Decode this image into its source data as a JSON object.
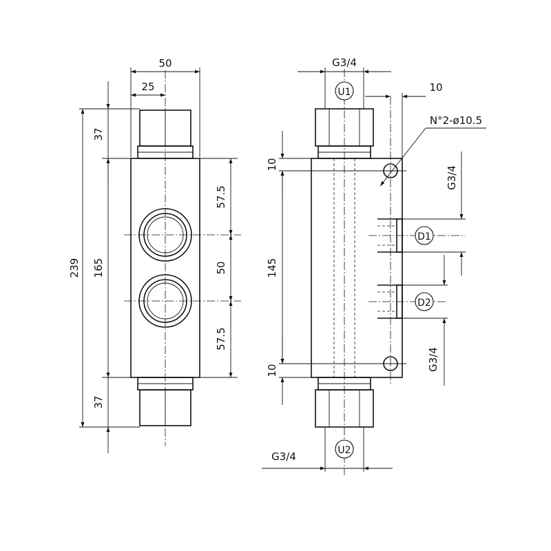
{
  "front_view": {
    "dims": {
      "width_total": "50",
      "width_half": "25",
      "height_total": "239",
      "body_height": "165",
      "top_fitting": "37",
      "bottom_fitting": "37",
      "upper_port": "57.5",
      "port_spacing": "50",
      "lower_port": "57.5"
    }
  },
  "side_view": {
    "dims": {
      "top_port_thread": "G3/4",
      "bottom_port_thread": "G3/4",
      "right_offset": "10",
      "holes_note": "N°2-ø10.5",
      "top_margin": "10",
      "hole_spacing": "145",
      "bottom_margin": "10",
      "upper_side_thread": "G3/4",
      "lower_side_thread": "G3/4"
    },
    "ports": {
      "u1": "U1",
      "u2": "U2",
      "d1": "D1",
      "d2": "D2"
    }
  }
}
